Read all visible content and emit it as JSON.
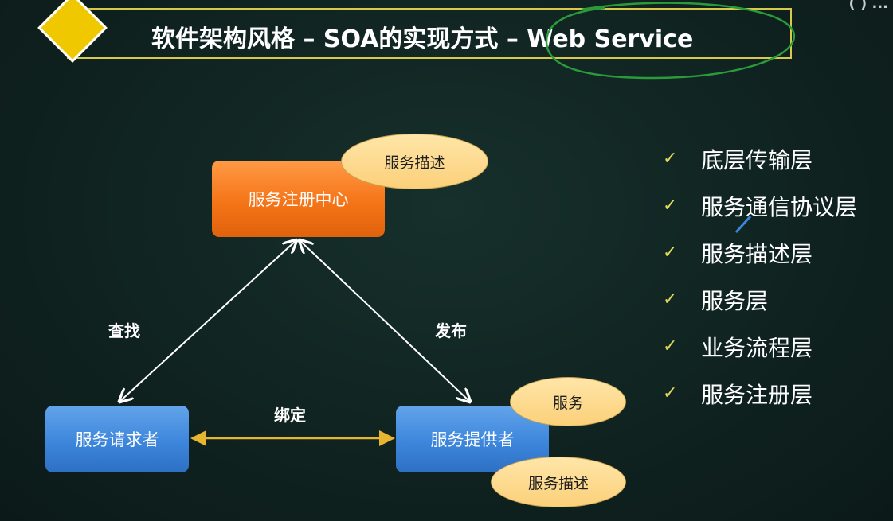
{
  "title": {
    "text": "软件架构风格 – SOA的实现方式 – Web Service",
    "corner_mark": "(  ) ..."
  },
  "diagram": {
    "registry": {
      "label": "服务注册中心",
      "badge": "服务描述"
    },
    "requester": {
      "label": "服务请求者"
    },
    "provider": {
      "label": "服务提供者",
      "badge_top": "服务",
      "badge_bottom": "服务描述"
    },
    "edges": {
      "find": "查找",
      "publish": "发布",
      "bind": "绑定"
    }
  },
  "layers": [
    "底层传输层",
    "服务通信协议层",
    "服务描述层",
    "服务层",
    "业务流程层",
    "服务注册层"
  ],
  "icons": {
    "check": "✓",
    "title_marker": "diamond-icon"
  },
  "colors": {
    "background": "#0f2220",
    "title_border": "#d8c94a",
    "diamond": "#f0c800",
    "registry_box": "#f57418",
    "actor_box": "#3d86dc",
    "badge": "#fbd07a",
    "check": "#e3d95b",
    "bind_arrow": "#e8b530",
    "annotation_circle": "#2a9a3a"
  }
}
